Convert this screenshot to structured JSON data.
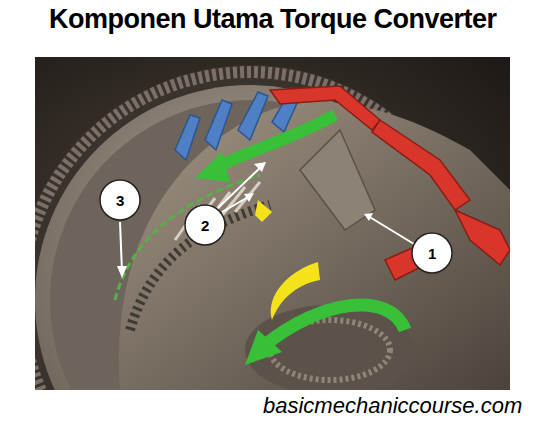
{
  "diagram": {
    "title": "Komponen Utama Torque Converter",
    "labels": [
      "3",
      "2",
      "1",
      "basicmechaniccourse.com"
    ]
  }
}
